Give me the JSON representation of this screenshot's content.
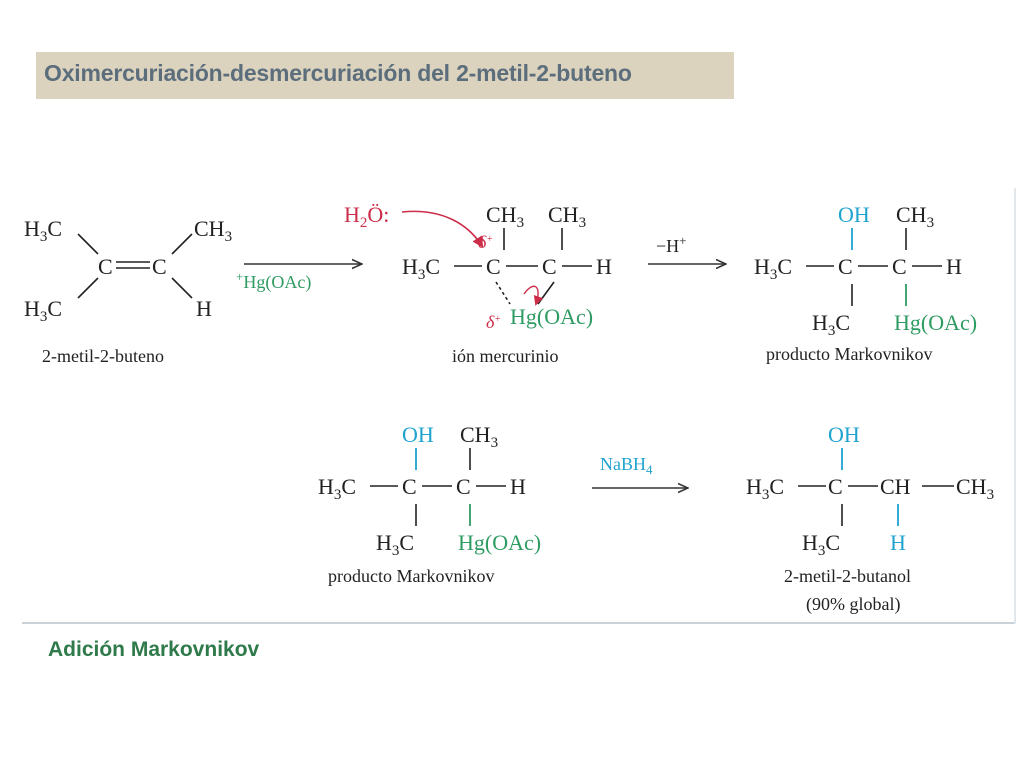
{
  "title": "Oximercuriación-desmercuriación del 2-metil-2-buteno",
  "footer": "Adición Markovnikov",
  "colors": {
    "title_bg": "#dcd3bf",
    "title_text": "#5c6e7c",
    "footer_text": "#2f7a4a",
    "cyan": "#1fa3cf",
    "green": "#2e9b62",
    "red": "#cc2e4a"
  },
  "row1": {
    "reactant_caption": "2-metil-2-buteno",
    "reagent1": "+Hg(OAc)",
    "attacker": "H2Ö:",
    "delta": "δ+",
    "ion_caption": "ión mercurinio",
    "reagent2": "−H+",
    "product_caption": "producto Markovnikov"
  },
  "row2": {
    "start_caption": "producto Markovnikov",
    "reagent": "NaBH4",
    "final_caption": "2-metil-2-butanol",
    "yield": "(90% global)"
  },
  "groups": {
    "oh": "OH",
    "hgoac": "Hg(OAc)",
    "h": "H",
    "c": "C",
    "ch": "CH",
    "ch3": "CH3",
    "h3c": "H3C"
  }
}
